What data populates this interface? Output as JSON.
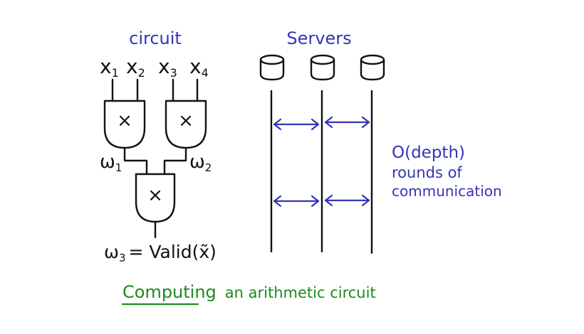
{
  "colors": {
    "ink": "#111111",
    "blue": "#3434b8",
    "green": "#1d8a1d",
    "background": "#ffffff"
  },
  "circuit": {
    "heading": "circuit",
    "inputs": [
      {
        "base": "x",
        "sub": "1"
      },
      {
        "base": "x",
        "sub": "2"
      },
      {
        "base": "x",
        "sub": "3"
      },
      {
        "base": "x",
        "sub": "4"
      }
    ],
    "gate_symbol": "×",
    "wires": [
      {
        "base": "ω",
        "sub": "1"
      },
      {
        "base": "ω",
        "sub": "2"
      }
    ],
    "output": {
      "base": "ω",
      "sub": "3",
      "expression": "= Valid(x̃)"
    }
  },
  "servers": {
    "heading": "Servers",
    "count": 3,
    "note_lines": [
      "O(depth)",
      "rounds of",
      "communication"
    ]
  },
  "caption": {
    "highlight": "Computing",
    "rest": "an arithmetic circuit"
  }
}
